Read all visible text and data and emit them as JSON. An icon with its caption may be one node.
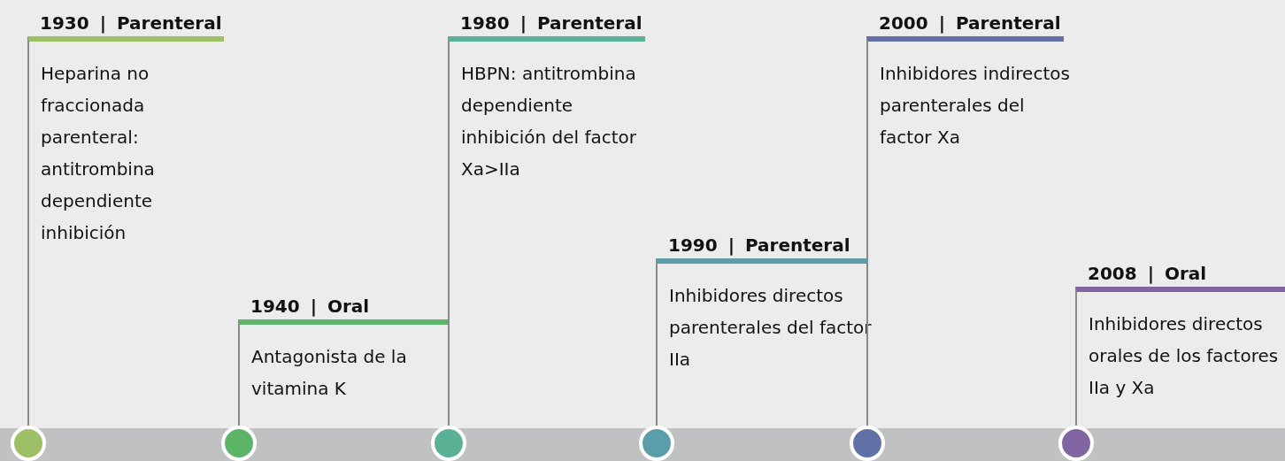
{
  "diagram": {
    "nodes": [
      {
        "text": [
          "1930 | Parenteral",
          "Heparina no fraccionada parenteral: antitrombina dependiente inhibición"
        ]
      },
      {
        "text": [
          "1940 | Oral",
          "Antagonista de la vitamina K"
        ]
      },
      {
        "text": [
          "1980 | Parenteral",
          "HBPN: antitrombina dependiente inhibición del factor Xa>IIa"
        ]
      },
      {
        "text": [
          "1990 | Parenteral",
          "Inhibidores directos parenterales del factor IIa"
        ]
      },
      {
        "text": [
          "2000 | Parenteral",
          "Inhibidores indirectos parenterales del factor Xa"
        ]
      },
      {
        "text": [
          "2008 | Oral",
          "Inhibidores directos orales de los factores IIa y Xa"
        ]
      },
      {
        "text": [],
        "shape": "circle"
      },
      {
        "text": [],
        "shape": "circle"
      },
      {
        "text": [],
        "shape": "circle"
      },
      {
        "text": [],
        "shape": "circle"
      },
      {
        "text": [],
        "shape": "circle"
      },
      {
        "text": [],
        "shape": "circle"
      }
    ],
    "edges": [
      {
        "from": 6,
        "to": 0,
        "arrow": "none"
      },
      {
        "from": 7,
        "to": 1,
        "arrow": "none"
      },
      {
        "from": 8,
        "to": 2,
        "arrow": "none"
      },
      {
        "from": 9,
        "to": 3,
        "arrow": "none"
      },
      {
        "from": 10,
        "to": 4,
        "arrow": "none"
      },
      {
        "from": 11,
        "to": 5,
        "arrow": "none"
      }
    ]
  }
}
